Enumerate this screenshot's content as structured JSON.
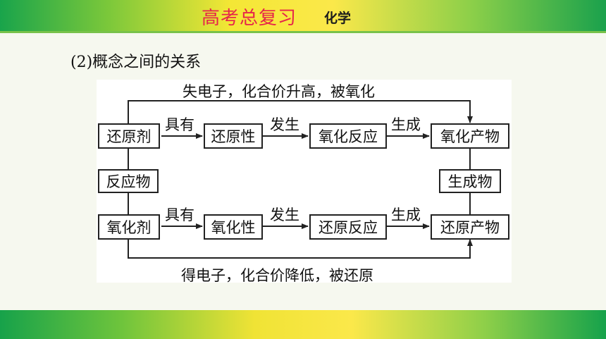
{
  "header": {
    "title": "高考总复习",
    "subject": "化学"
  },
  "section_title": "(2)概念之间的关系",
  "diagram": {
    "top_label": "失电子，化合价升高，被氧化",
    "bottom_label": "得电子，化合价降低，被还原",
    "top_row": {
      "box1": "还原剂",
      "edge1": "具有",
      "box2": "还原性",
      "edge2": "发生",
      "box3": "氧化反应",
      "edge3": "生成",
      "box4": "氧化产物"
    },
    "bottom_row": {
      "box1": "氧化剂",
      "edge1": "具有",
      "box2": "氧化性",
      "edge2": "发生",
      "box3": "还原反应",
      "edge3": "生成",
      "box4": "还原产物"
    },
    "left_middle": "反应物",
    "right_middle": "生成物"
  },
  "colors": {
    "header_title": "#e6244a",
    "band_green": "#19a44b",
    "band_yellow": "#fbe84a"
  }
}
